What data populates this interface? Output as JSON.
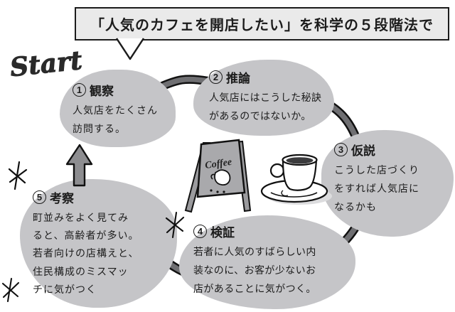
{
  "title": {
    "text": "「人気のカフェを開店したい」を科学の５段階法で"
  },
  "start_label": "Start",
  "steps": [
    {
      "num": "1",
      "label": "観察",
      "body": "人気店をたくさん\n訪問する。"
    },
    {
      "num": "2",
      "label": "推論",
      "body": "人気店にはこうした秘訣\nがあるのではないか。"
    },
    {
      "num": "3",
      "label": "仮説",
      "body": "こうした店づくり\nをすれば人気店に\nなるかも"
    },
    {
      "num": "4",
      "label": "検証",
      "body": "若者に人気のすばらしい内\n装なのに、お客が少ないお\n店があることに気がつく。"
    },
    {
      "num": "5",
      "label": "考察",
      "body": "町並みをよく見てみ\nると、高齢者が多い。\n若者向けの店構えと、\n住民構成のミスマッ\nチに気がつく"
    }
  ],
  "illustrations": {
    "sign_label": "Coffee",
    "sign": "a-frame-coffee-sign",
    "cup": "coffee-cup-and-saucer"
  },
  "colors": {
    "bubble_fill": "#c5c5c8",
    "ribbon": "#6f6f72",
    "arrow_fill": "#8d8d90",
    "title_box_fill": "#eaeaea",
    "ink": "#1c1c1c"
  }
}
